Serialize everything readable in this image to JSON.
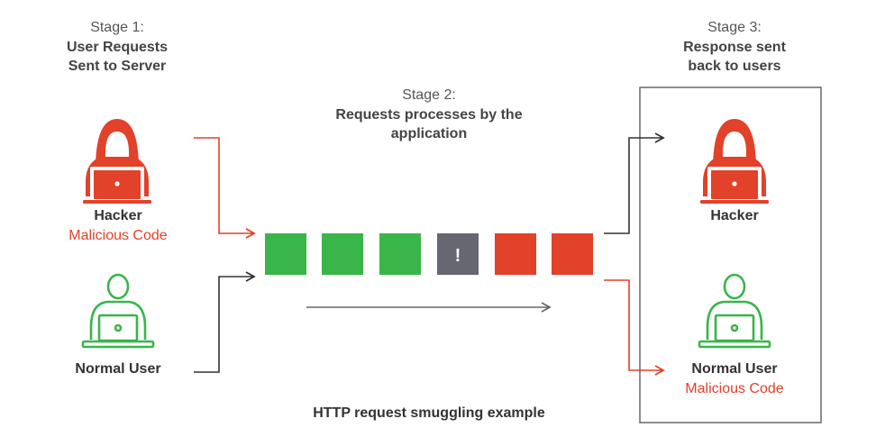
{
  "stage1": {
    "number": "Stage 1:",
    "line1": "User Requests",
    "line2": "Sent to Server"
  },
  "stage2": {
    "number": "Stage 2:",
    "line1": "Requests processes by the",
    "line2": "application"
  },
  "stage3": {
    "number": "Stage 3:",
    "line1": "Response sent",
    "line2": "back to users"
  },
  "left": {
    "hacker_label": "Hacker",
    "hacker_sublabel": "Malicious Code",
    "user_label": "Normal User"
  },
  "right": {
    "hacker_label": "Hacker",
    "user_label": "Normal User",
    "user_sublabel": "Malicious Code"
  },
  "queue": {
    "blocks": [
      "green",
      "green",
      "green",
      "gray",
      "red",
      "red"
    ],
    "alert_glyph": "!"
  },
  "caption": "HTTP request smuggling example",
  "colors": {
    "hacker_red": "#e2412a",
    "user_green": "#39b54a",
    "gray": "#666770",
    "dark_arrow": "#333333",
    "text_dark": "#333333"
  },
  "icons": {
    "hacker": "hooded-hacker-laptop-icon",
    "user": "person-laptop-icon"
  }
}
